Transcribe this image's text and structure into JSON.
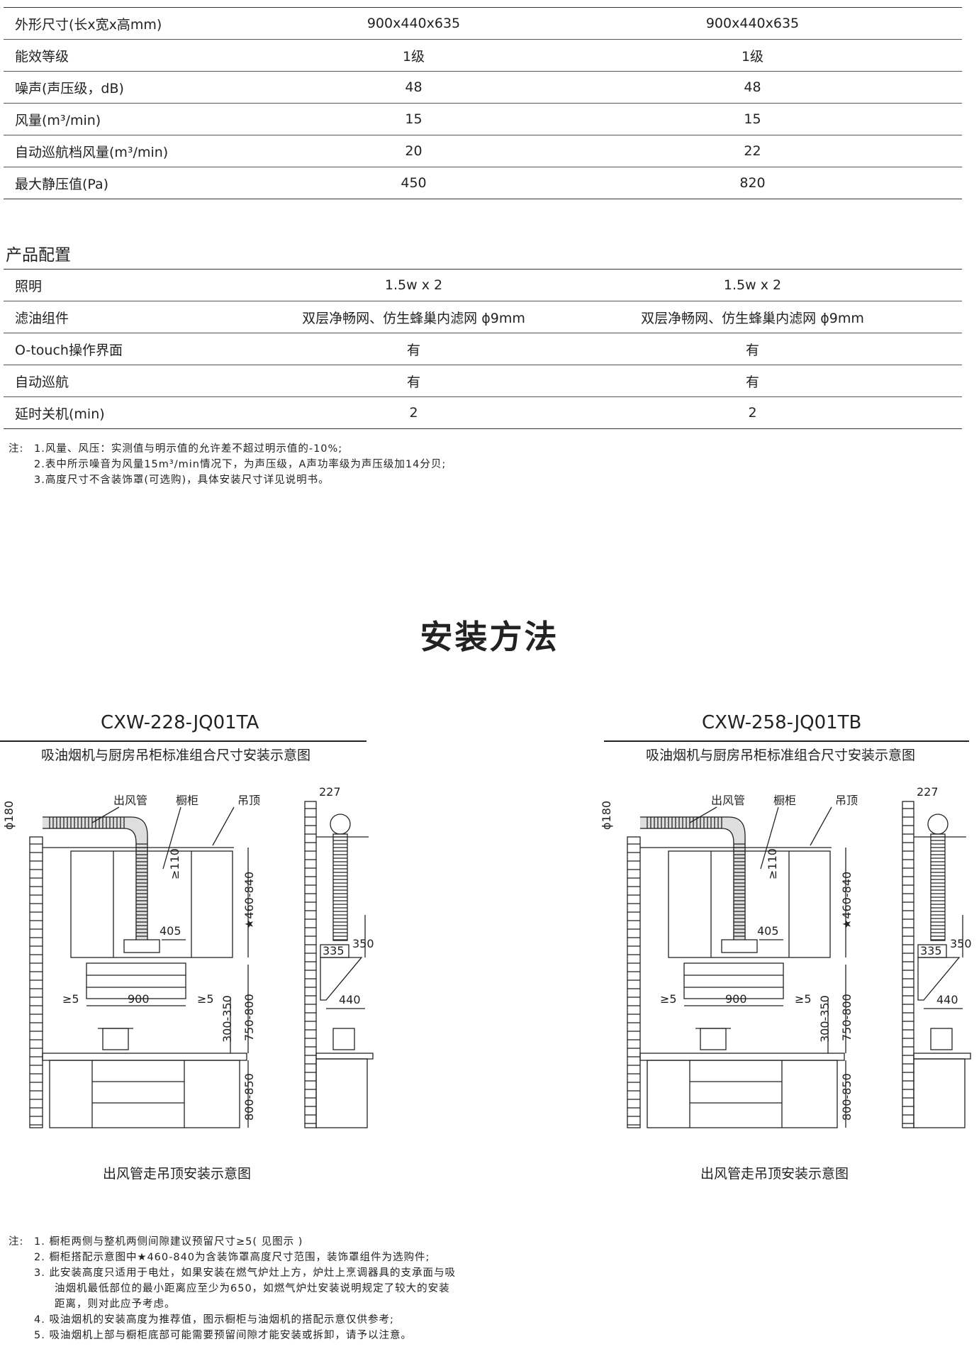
{
  "spec_table": [
    {
      "label": "外形尺寸(长x宽x高mm)",
      "v1": "900x440x635",
      "v2": "900x440x635"
    },
    {
      "label": "能效等级",
      "v1": "1级",
      "v2": "1级"
    },
    {
      "label": "噪声(声压级，dB)",
      "v1": "48",
      "v2": "48"
    },
    {
      "label": "风量(m³/min)",
      "v1": "15",
      "v2": "15"
    },
    {
      "label": "自动巡航档风量(m³/min)",
      "v1": "20",
      "v2": "22"
    },
    {
      "label": "最大静压值(Pa)",
      "v1": "450",
      "v2": "820"
    }
  ],
  "config_title": "产品配置",
  "config_table": [
    {
      "label": "照明",
      "v1": "1.5w x 2",
      "v2": "1.5w x 2"
    },
    {
      "label": "滤油组件",
      "v1": "双层净畅网、仿生蜂巢内滤网 ϕ9mm",
      "v2": "双层净畅网、仿生蜂巢内滤网 ϕ9mm"
    },
    {
      "label": "O-touch操作界面",
      "v1": "有",
      "v2": "有"
    },
    {
      "label": "自动巡航",
      "v1": "有",
      "v2": "有"
    },
    {
      "label": "延时关机(min)",
      "v1": "2",
      "v2": "2"
    }
  ],
  "notes1_prefix": "注:",
  "notes1": [
    "1.风量、风压：实测值与明示值的允许差不超过明示值的-10%;",
    "2.表中所示噪音为风量15m³/min情况下，为声压级，A声功率级为声压级加14分贝;",
    "3.高度尺寸不含装饰罩(可选购)，具体安装尺寸详见说明书。"
  ],
  "install_title": "安装方法",
  "models": [
    {
      "name": "CXW-228-JQ01TA",
      "subtitle": "吸油烟机与厨房吊柜标准组合尺寸安装示意图",
      "caption": "出风管走吊顶安装示意图"
    },
    {
      "name": "CXW-258-JQ01TB",
      "subtitle": "吸油烟机与厨房吊柜标准组合尺寸安装示意图",
      "caption": "出风管走吊顶安装示意图"
    }
  ],
  "diagram_labels": {
    "duct": "出风管",
    "cabinet": "橱柜",
    "ceiling": "吊顶",
    "d180": "ϕ180",
    "d227": "227",
    "d110": "≥110",
    "d405": "405",
    "d460": "★460-840",
    "d350": "350",
    "d335": "335",
    "d900": "900",
    "d5l": "≥5",
    "d5r": "≥5",
    "d440": "440",
    "d750": "750-800",
    "d300": "300-350",
    "d800": "800-850"
  },
  "notes2_prefix": "注:",
  "notes2": [
    "1. 橱柜两侧与整机两侧间隙建议预留尺寸≥5( 见图示 )",
    "2. 橱柜搭配示意图中★460-840为含装饰罩高度尺寸范围，装饰罩组件为选购件;",
    "3. 此安装高度只适用于电灶，如果安装在燃气炉灶上方，炉灶上烹调器具的支承面与吸",
    "油烟机最低部位的最小距离应至少为650，如燃气炉灶安装说明规定了较大的安装",
    "距离，则对此应予考虑。",
    "4. 吸油烟机的安装高度为推荐值，图示橱柜与油烟机的搭配示意仅供参考;",
    "5. 吸油烟机上部与橱柜底部可能需要预留间隙才能安装或拆卸，请予以注意。"
  ]
}
